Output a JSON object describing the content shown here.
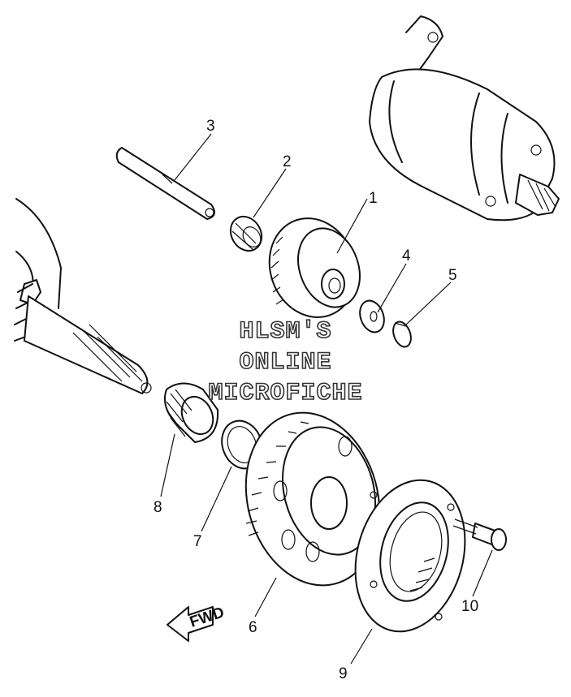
{
  "callouts": [
    {
      "id": "1",
      "label": "1"
    },
    {
      "id": "2",
      "label": "2"
    },
    {
      "id": "3",
      "label": "3"
    },
    {
      "id": "4",
      "label": "4"
    },
    {
      "id": "5",
      "label": "5"
    },
    {
      "id": "6",
      "label": "6"
    },
    {
      "id": "7",
      "label": "7"
    },
    {
      "id": "8",
      "label": "8"
    },
    {
      "id": "9",
      "label": "9"
    },
    {
      "id": "10",
      "label": "10"
    }
  ],
  "direction_badge": {
    "text": "FWD"
  },
  "watermark": {
    "line1": "HLSM'S",
    "line2": "ONLINE",
    "line3": "MICROFICHE"
  }
}
